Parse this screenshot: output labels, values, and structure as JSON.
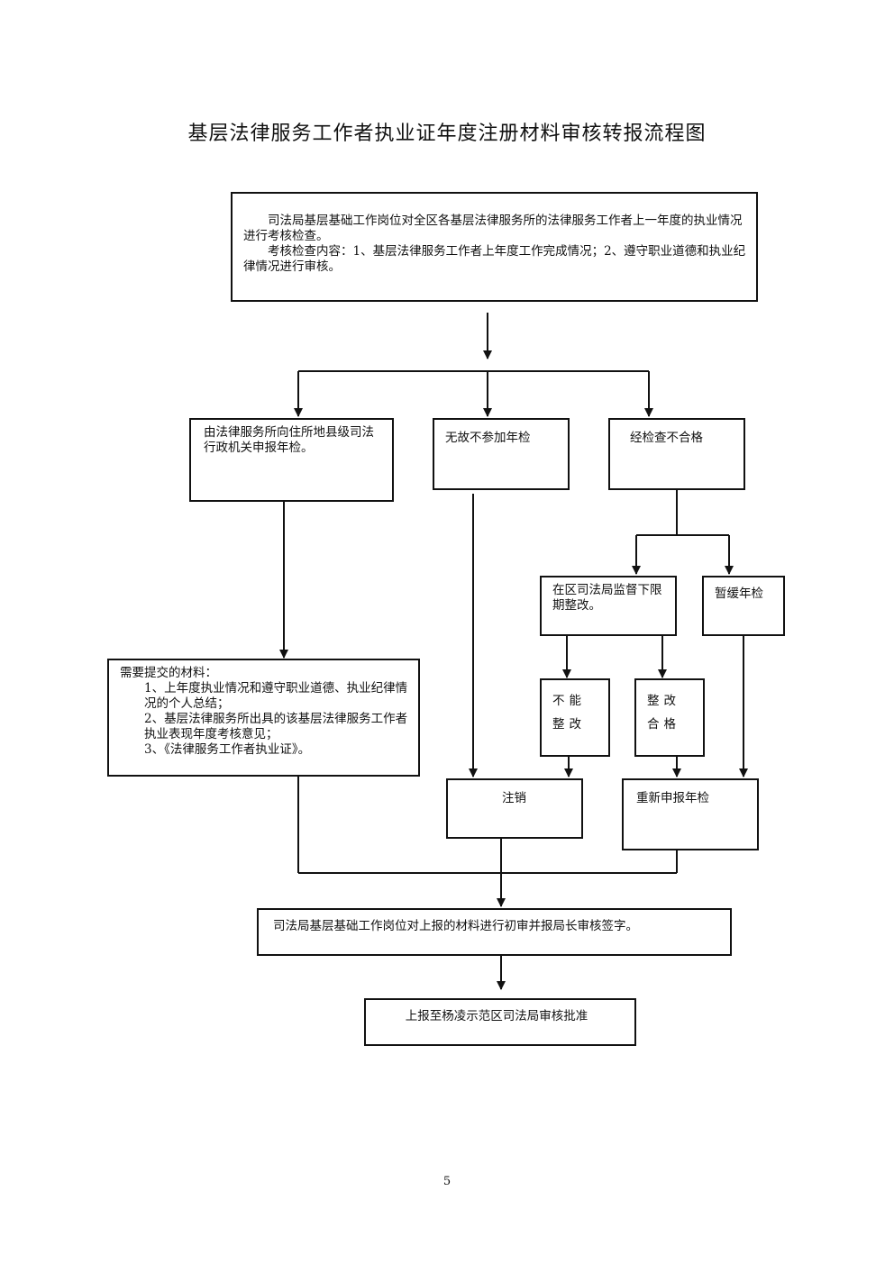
{
  "title": "基层法律服务工作者执业证年度注册材料审核转报流程图",
  "boxes": {
    "top": {
      "line1": "司法局基层基础工作岗位对全区各基层法律服务所的法律服务工作者上一年度的执业情况进行考核检查。",
      "line2": "考核检查内容：1、基层法律服务工作者上年度工作完成情况；2、遵守职业道德和执业纪律情况进行审核。"
    },
    "apply": "由法律服务所向住所地县级司法行政机关申报年检。",
    "no_reason": "无故不参加年检",
    "failed": "经检查不合格",
    "rectify": "在区司法局监督下限期整改。",
    "postpone": "暂缓年检",
    "cannot_fix": "不能整改",
    "fixed": "整改合格",
    "materials": {
      "heading": "需要提交的材料：",
      "item1": "1、上年度执业情况和遵守职业道德、执业纪律情况的个人总结；",
      "item2": "2、基层法律服务所出具的该基层法律服务工作者执业表现年度考核意见；",
      "item3": "3、《法律服务工作者执业证》。"
    },
    "cancel": "注销",
    "reapply": "重新申报年检",
    "review": "司法局基层基础工作岗位对上报的材料进行初审并报局长审核签字。",
    "approve": "上报至杨凌示范区司法局审核批准"
  },
  "page_number": "5"
}
